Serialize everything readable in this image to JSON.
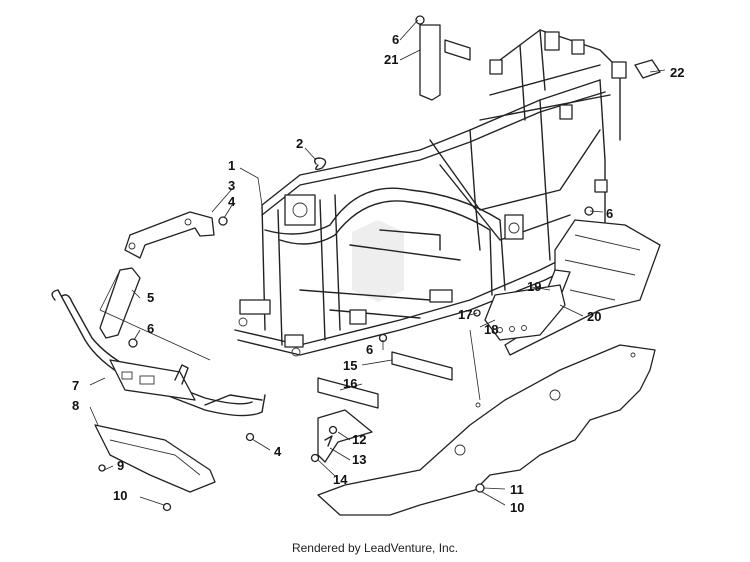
{
  "footer": {
    "text": "Rendered by LeadVenture, Inc."
  },
  "callouts": [
    "1",
    "2",
    "3",
    "4",
    "4",
    "5",
    "6",
    "6",
    "6",
    "6",
    "7",
    "8",
    "9",
    "10",
    "10",
    "11",
    "12",
    "13",
    "14",
    "15",
    "16",
    "17",
    "18",
    "19",
    "20",
    "21",
    "22"
  ]
}
